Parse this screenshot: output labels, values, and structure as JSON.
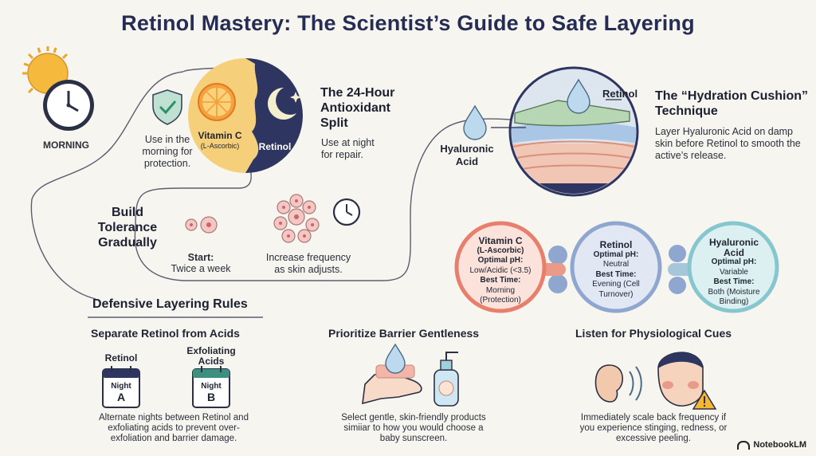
{
  "title": "Retinol Mastery: The Scientist’s Guide to Safe Layering",
  "split": {
    "morning_label": "MORNING",
    "vitc_name": "Vitamin C",
    "vitc_sub": "(L-Ascorbic)",
    "retinol_label": "Retinol",
    "morning_use": "Use in the morning for protection.",
    "heading": "The 24-Hour Antioxidant Split",
    "night_use": "Use at night for repair."
  },
  "tolerance": {
    "heading": "Build Tolerance Gradually",
    "start_label": "Start:",
    "start_value": "Twice a week",
    "increase": "Increase frequency as skin adjusts."
  },
  "cushion": {
    "retinol_label": "Retinol",
    "ha_label": "Hyaluronic Acid",
    "heading": "The “Hydration Cushion” Technique",
    "body": "Layer Hyaluronic Acid on damp skin before Retinol to smooth the active’s release."
  },
  "molecules": [
    {
      "name": "Vitamin C",
      "sub": "(L-Ascorbic)",
      "ph_label": "Optimal pH:",
      "ph": "Low/Acidic (<3.5)",
      "time_label": "Best Time:",
      "time": "Morning (Protection)",
      "color": "#e77f6c"
    },
    {
      "name": "Retinol",
      "sub": "",
      "ph_label": "Optimal pH:",
      "ph": "Neutral",
      "time_label": "Best Time:",
      "time": "Evening (Cell Turnover)",
      "color": "#8fa7cf"
    },
    {
      "name": "Hyaluronic Acid",
      "sub": "",
      "ph_label": "Optimal pH:",
      "ph": "Variable",
      "time_label": "Best Time:",
      "time": "Both (Moisture Binding)",
      "color": "#86c6cf"
    }
  ],
  "rules": {
    "heading": "Defensive Layering Rules",
    "r1": {
      "title": "Separate Retinol from Acids",
      "left_label": "Retinol",
      "right_label": "Exfoliating Acids",
      "night": "Night",
      "a": "A",
      "b": "B",
      "body": "Alternate nights between Retinol and exfoliating acids to prevent over-exfoliation and barrier damage."
    },
    "r2": {
      "title": "Prioritize Barrier Gentleness",
      "body": "Select gentle, skin-friendly products simiiar to how you would choose a baby sunscreen."
    },
    "r3": {
      "title": "Listen for Physiological Cues",
      "body": "Immediately scale back frequency if you experience stinging, redness, or excessive peeling."
    }
  },
  "brand": "NotebookLM",
  "colors": {
    "navy": "#2e3561",
    "vitc": "#f6cf7b",
    "coral": "#e77f6c",
    "blue": "#8fa7cf",
    "teal": "#86c6cf"
  }
}
